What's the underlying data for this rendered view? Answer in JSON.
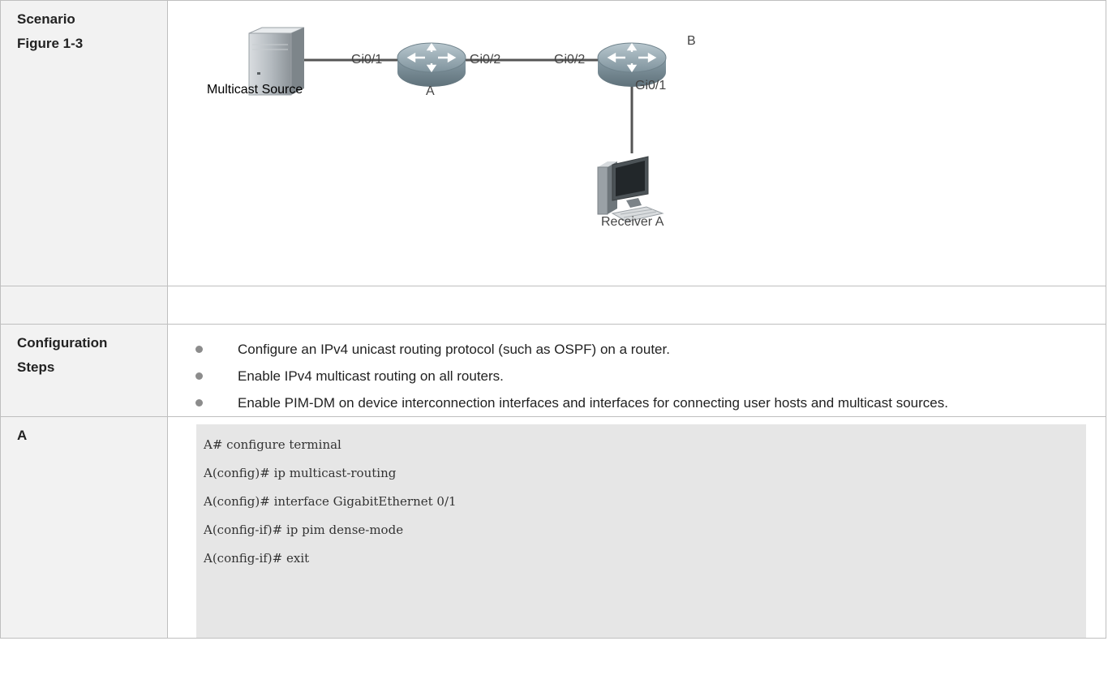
{
  "rows": {
    "scenario": {
      "label_1": "Scenario",
      "label_2": "Figure 1-3"
    },
    "steps": {
      "label_1": "Configuration",
      "label_2": "Steps",
      "items": [
        "Configure an IPv4 unicast routing protocol (such as OSPF) on a router.",
        "Enable IPv4 multicast routing on all routers.",
        "Enable PIM-DM on device interconnection interfaces and interfaces for connecting user hosts and multicast sources."
      ]
    },
    "code_a": {
      "label": "A",
      "lines": [
        "A# configure terminal",
        "A(config)# ip multicast-routing",
        "A(config)# interface GigabitEthernet 0/1",
        "A(config-if)# ip pim dense-mode",
        "A(config-if)# exit"
      ]
    }
  },
  "figure": {
    "source_label": "Multicast Source",
    "router_a_label": "A",
    "router_b_label": "B",
    "receiver_label": "Receiver A",
    "port_a_left": "Gi0/1",
    "port_a_right": "Gi0/2",
    "port_b_left": "Gi0/2",
    "port_b_down": "Gi0/1"
  },
  "colors": {
    "label_bg": "#f2f2f2",
    "border": "#bfbfbf",
    "code_bg": "#e6e6e6",
    "router": "#8ea2ad"
  }
}
